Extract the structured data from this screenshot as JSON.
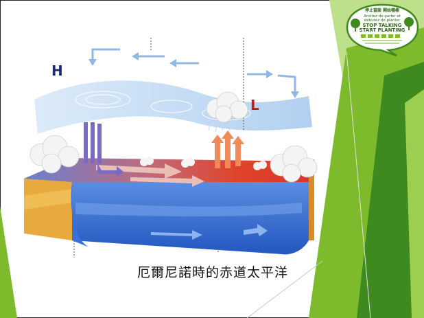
{
  "slide": {
    "caption": "厄爾尼諾時的赤道太平洋"
  },
  "diagram": {
    "high_pressure_label": "H",
    "low_pressure_label": "L"
  },
  "logo": {
    "line1": "停止當談 開始種樹",
    "line2": "Arrêtez de parler et",
    "line3": "débutez de planter",
    "line4": "STOP TALKING",
    "line5": "START PLANTING"
  },
  "colors": {
    "accent_green": "#7dbb2d",
    "dark_green": "#3f8a1f",
    "warm_water": "#e0442a",
    "cool_water": "#2f6fd1"
  }
}
